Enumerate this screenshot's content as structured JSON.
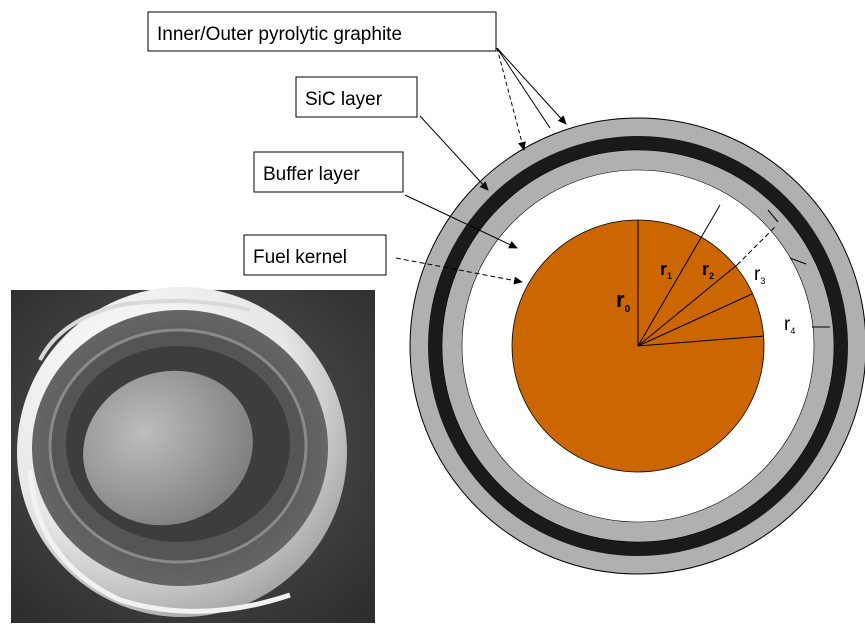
{
  "labels": {
    "pyrolytic": "Inner/Outer pyrolytic graphite",
    "sic": "SiC layer",
    "buffer": "Buffer layer",
    "kernel": "Fuel kernel"
  },
  "radius_labels": {
    "r0": "r",
    "r0_sub": "0",
    "r1": "r",
    "r1_sub": "1",
    "r2": "r",
    "r2_sub": "2",
    "r3": "r",
    "r3_sub": "3",
    "r4": "r",
    "r4_sub": "4"
  },
  "colors": {
    "kernel": "#cc6600",
    "pyrolytic": "#b0b0b0",
    "sic": "#1a1a1a",
    "buffer": "#ffffff",
    "outline": "#000000"
  },
  "photo": {
    "description_icon": "sem-micrograph-of-triso-particle"
  }
}
